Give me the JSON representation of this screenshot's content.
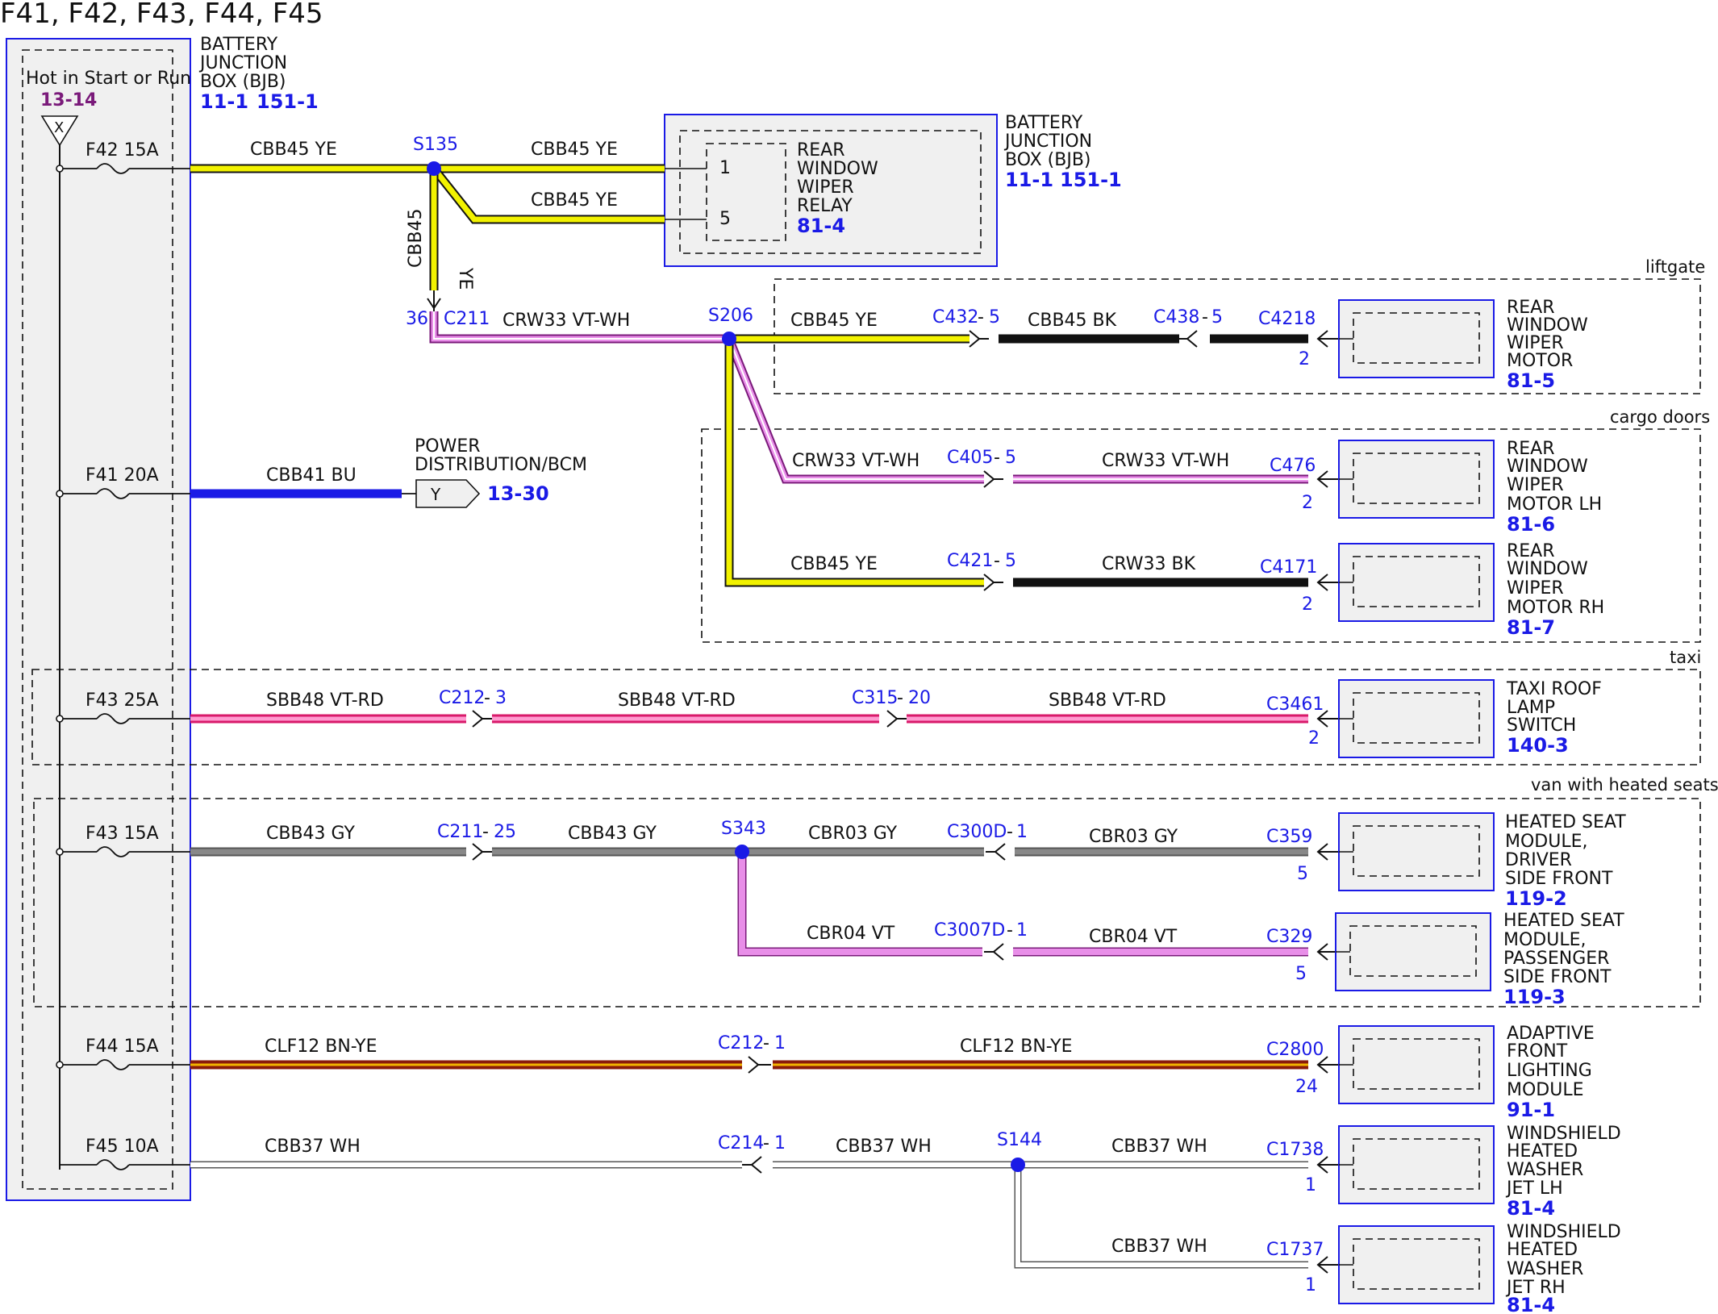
{
  "title": "F41, F42, F43, F44, F45",
  "bjb": {
    "label_lines": [
      "BATTERY",
      "JUNCTION",
      "BOX (BJB)"
    ],
    "refs": [
      "11-1",
      "151-1"
    ],
    "hot_label": "Hot in Start or Run",
    "hot_ref": "13-14",
    "hot_symbol": "X"
  },
  "fuses": {
    "f42": "F42 15A",
    "f41": "F41 20A",
    "f43_taxi": "F43 25A",
    "f43_van": "F43 15A",
    "f44": "F44 15A",
    "f45": "F45 10A"
  },
  "splices": {
    "s135": "S135",
    "s206": "S206",
    "s343": "S343",
    "s144": "S144"
  },
  "relay": {
    "label_lines": [
      "REAR",
      "WINDOW",
      "WIPER",
      "RELAY"
    ],
    "ref": "81-4",
    "pin1": "1",
    "pin5": "5",
    "bjb_lines": [
      "BATTERY",
      "JUNCTION",
      "BOX (BJB)"
    ],
    "bjb_refs": [
      "11-1",
      "151-1"
    ]
  },
  "wires": {
    "f42_main": "CBB45 YE",
    "relay_pin1": "CBB45 YE",
    "relay_pin5": "CBB45 YE",
    "vertical_circuit": "CBB45",
    "vertical_color": "YE",
    "crw33": "CRW33 VT-WH",
    "liftgate_a": "CBB45 YE",
    "liftgate_b": "CBB45 BK",
    "cargo_lh_a": "CRW33 VT-WH",
    "cargo_lh_b": "CRW33 VT-WH",
    "cargo_rh_a": "CBB45 YE",
    "cargo_rh_b": "CRW33 BK",
    "f41": "CBB41 BU",
    "taxi_a": "SBB48 VT-RD",
    "taxi_b": "SBB48 VT-RD",
    "taxi_c": "SBB48 VT-RD",
    "van_a": "CBB43 GY",
    "van_b": "CBB43 GY",
    "van_c": "CBR03 GY",
    "van_d": "CBR03 GY",
    "van_e": "CBR04 VT",
    "van_f": "CBR04 VT",
    "afl_a": "CLF12 BN-YE",
    "afl_b": "CLF12 BN-YE",
    "ws_a": "CBB37 WH",
    "ws_b": "CBB37 WH",
    "ws_c": "CBB37 WH",
    "ws_d": "CBB37 WH"
  },
  "connectors": {
    "c211_pin": "36",
    "c211": "C211",
    "c432": "C432",
    "c432_pin": "5",
    "c438": "C438",
    "c438_pin": "5",
    "c4218": "C4218",
    "c4218_pin": "2",
    "c405": "C405",
    "c405_pin": "5",
    "c476": "C476",
    "c476_pin": "2",
    "c421": "C421",
    "c421_pin": "5",
    "c4171": "C4171",
    "c4171_pin": "2",
    "c212a": "C212",
    "c212a_pin": "3",
    "c315": "C315",
    "c315_pin": "20",
    "c3461": "C3461",
    "c3461_pin": "2",
    "c211b": "C211",
    "c211b_pin": "25",
    "c300d": "C300D",
    "c300d_pin": "1",
    "c359": "C359",
    "c359_pin": "5",
    "c3007d": "C3007D",
    "c3007d_pin": "1",
    "c329": "C329",
    "c329_pin": "5",
    "c212b": "C212",
    "c212b_pin": "1",
    "c2800": "C2800",
    "c2800_pin": "24",
    "c214": "C214",
    "c214_pin": "1",
    "c1738": "C1738",
    "c1738_pin": "1",
    "c1737": "C1737",
    "c1737_pin": "1"
  },
  "areas": {
    "liftgate": "liftgate",
    "cargo": "cargo doors",
    "taxi": "taxi",
    "van": "van with heated seats"
  },
  "power_dist": {
    "lines": [
      "POWER",
      "DISTRIBUTION/BCM"
    ],
    "symbol": "Y",
    "ref": "13-30"
  },
  "components": {
    "wiper_motor": {
      "lines": [
        "REAR",
        "WINDOW",
        "WIPER",
        "MOTOR"
      ],
      "ref": "81-5"
    },
    "wiper_lh": {
      "lines": [
        "REAR",
        "WINDOW",
        "WIPER",
        "MOTOR LH"
      ],
      "ref": "81-6"
    },
    "wiper_rh": {
      "lines": [
        "REAR",
        "WINDOW",
        "WIPER",
        "MOTOR RH"
      ],
      "ref": "81-7"
    },
    "taxi_lamp": {
      "lines": [
        "TAXI ROOF",
        "LAMP",
        "SWITCH"
      ],
      "ref": "140-3"
    },
    "seat_driver": {
      "lines": [
        "HEATED SEAT",
        "MODULE,",
        "DRIVER",
        "SIDE FRONT"
      ],
      "ref": "119-2"
    },
    "seat_pass": {
      "lines": [
        "HEATED SEAT",
        "MODULE,",
        "PASSENGER",
        "SIDE FRONT"
      ],
      "ref": "119-3"
    },
    "afl": {
      "lines": [
        "ADAPTIVE",
        "FRONT",
        "LIGHTING",
        "MODULE"
      ],
      "ref": "91-1"
    },
    "washer_lh": {
      "lines": [
        "WINDSHIELD",
        "HEATED",
        "WASHER",
        "JET LH"
      ],
      "ref": "81-4"
    },
    "washer_rh": {
      "lines": [
        "WINDSHIELD",
        "HEATED",
        "WASHER",
        "JET RH"
      ],
      "ref": "81-4"
    }
  },
  "colors": {
    "blue": "#1a1ae6",
    "yellow": "#f2f200",
    "purple": "#7a1a7a",
    "pink": "#e88ee8",
    "gray": "#777777",
    "box_fill": "#f0f0f0"
  }
}
